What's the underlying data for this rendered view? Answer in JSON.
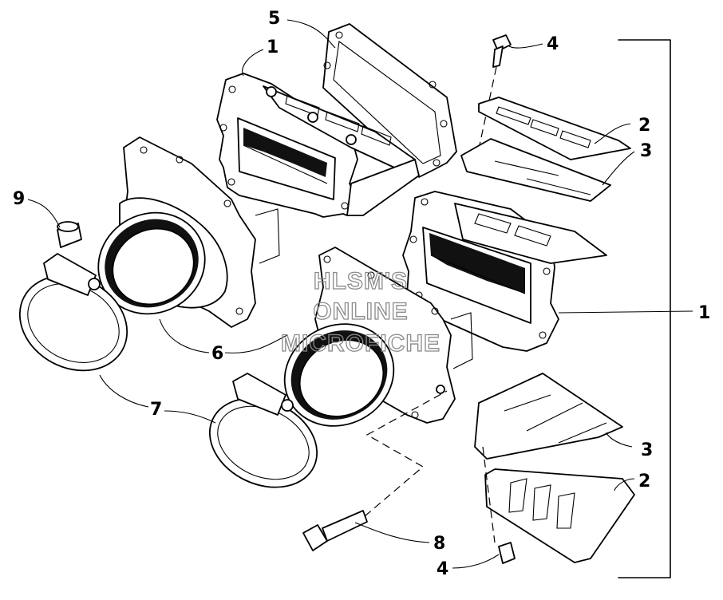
{
  "watermark": {
    "line1": "HLSM'S",
    "line2": "ONLINE",
    "line3": "MICROFICHE"
  },
  "callouts": {
    "c1_top": "1",
    "c1_right": "1",
    "c2_top": "2",
    "c2_bottom": "2",
    "c3_top": "3",
    "c3_bottom": "3",
    "c4_top": "4",
    "c4_bottom": "4",
    "c5": "5",
    "c6": "6",
    "c7": "7",
    "c8": "8",
    "c9": "9"
  }
}
